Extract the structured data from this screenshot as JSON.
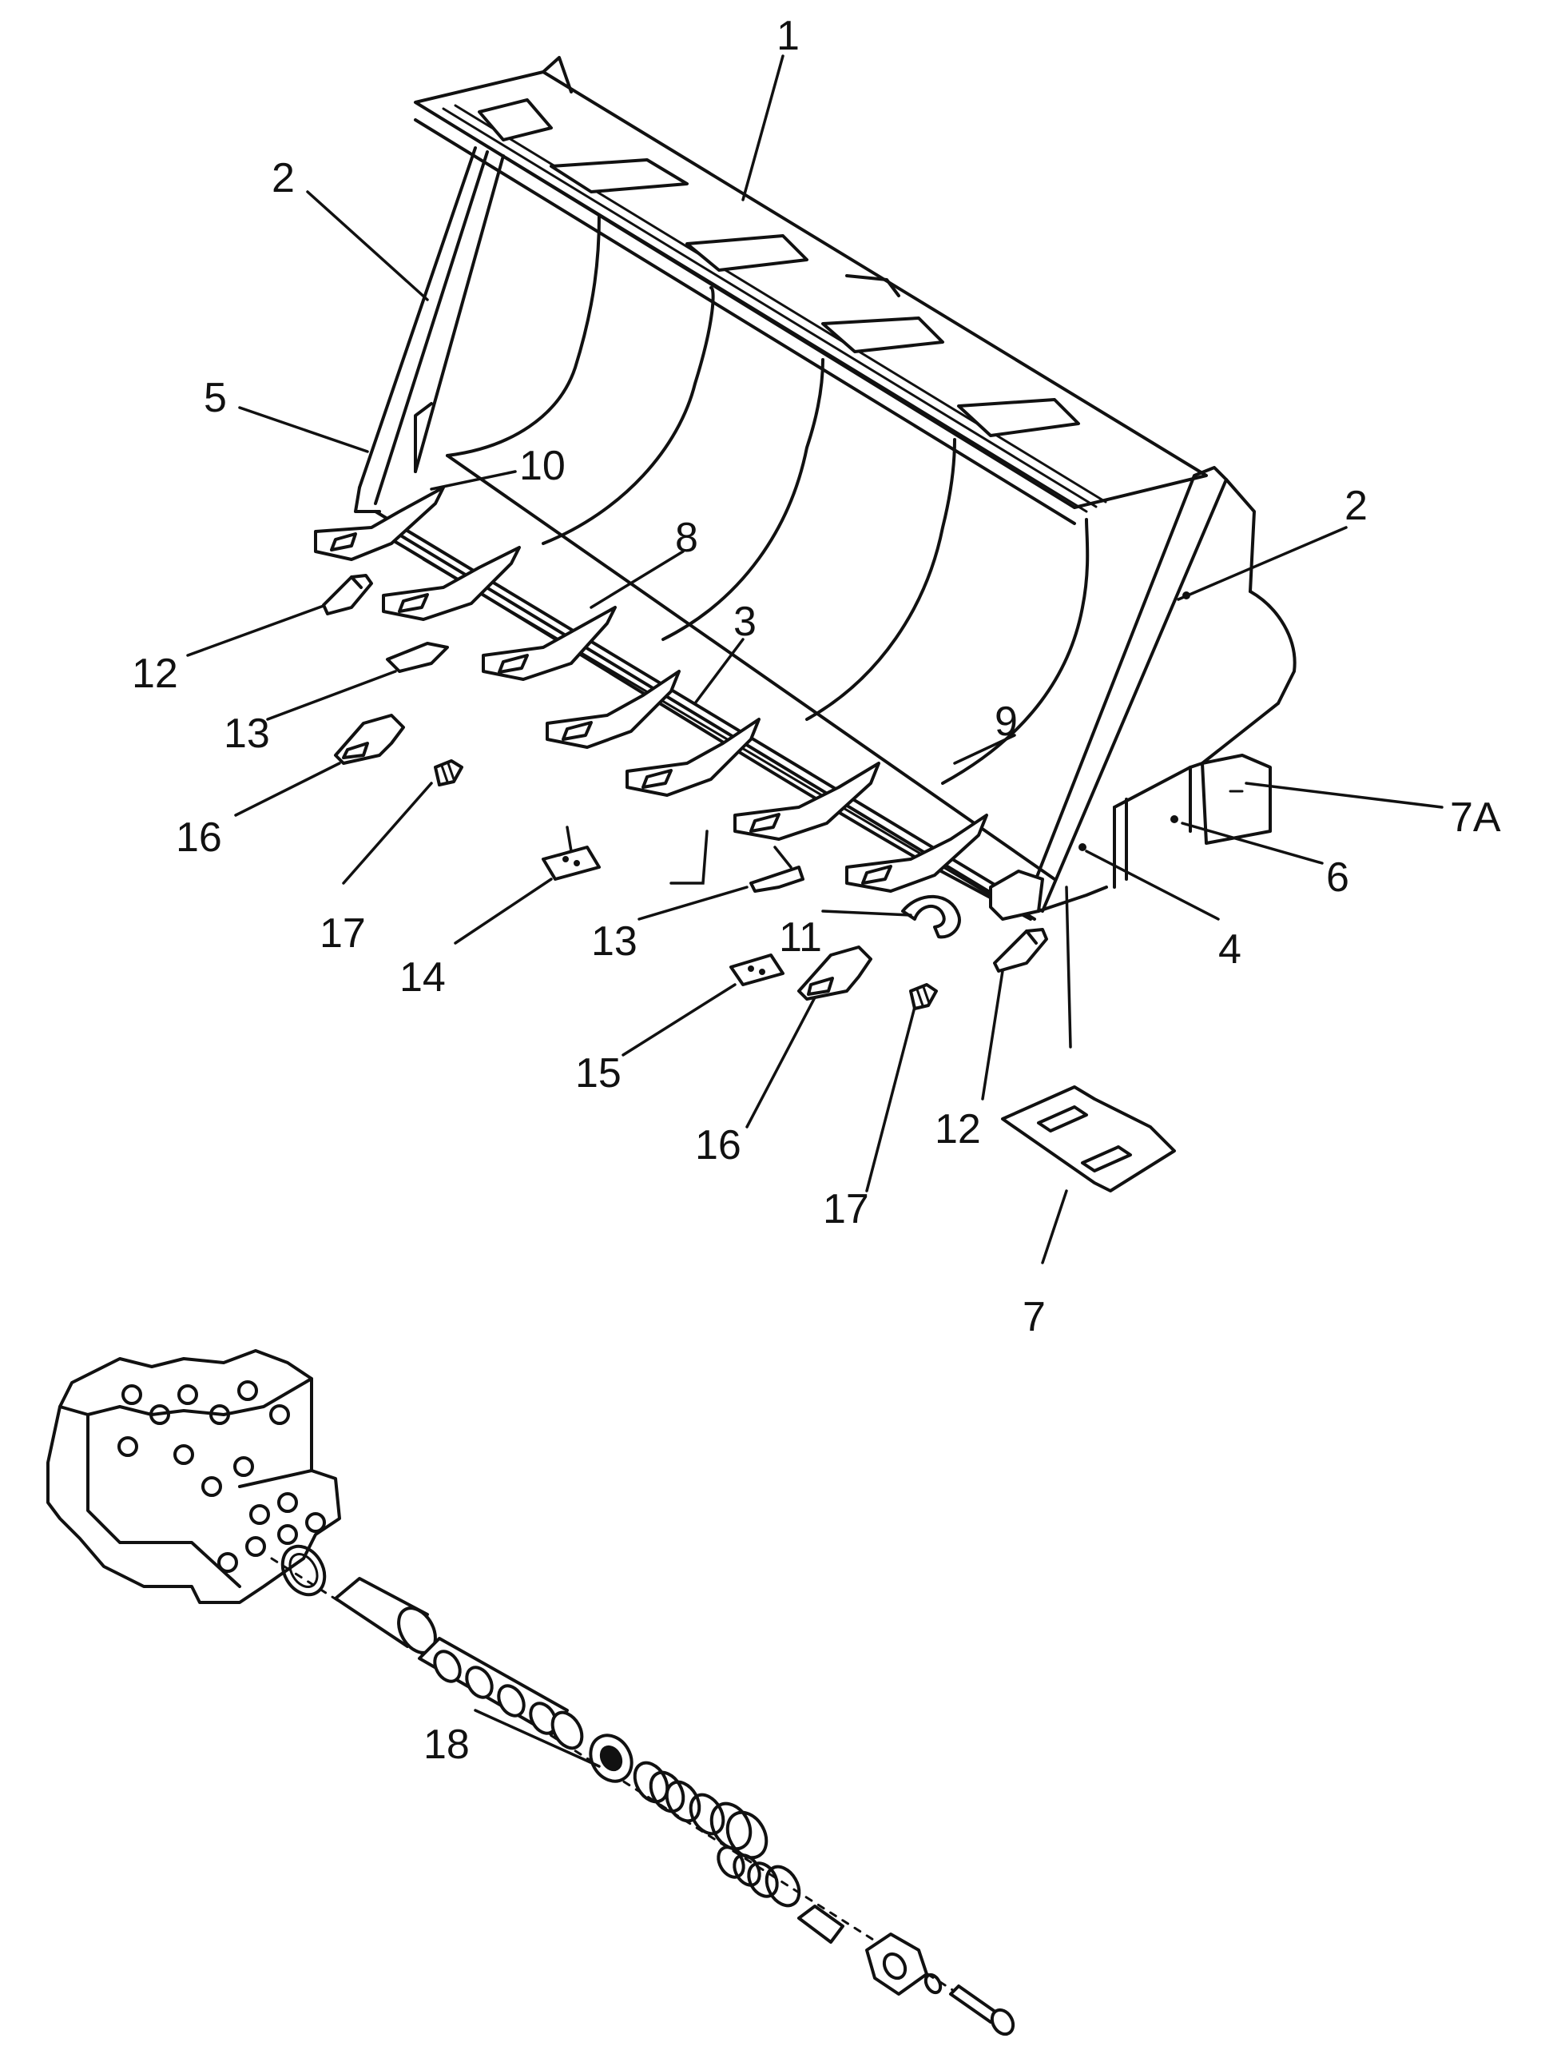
{
  "callouts": [
    {
      "id": "c1",
      "text": "1"
    },
    {
      "id": "c2a",
      "text": "2"
    },
    {
      "id": "c2b",
      "text": "2"
    },
    {
      "id": "c3",
      "text": "3"
    },
    {
      "id": "c4",
      "text": "4"
    },
    {
      "id": "c5",
      "text": "5"
    },
    {
      "id": "c6",
      "text": "6"
    },
    {
      "id": "c7",
      "text": "7"
    },
    {
      "id": "c7a",
      "text": "7A"
    },
    {
      "id": "c8",
      "text": "8"
    },
    {
      "id": "c9",
      "text": "9"
    },
    {
      "id": "c10",
      "text": "10"
    },
    {
      "id": "c11",
      "text": "11"
    },
    {
      "id": "c12a",
      "text": "12"
    },
    {
      "id": "c12b",
      "text": "12"
    },
    {
      "id": "c13a",
      "text": "13"
    },
    {
      "id": "c13b",
      "text": "13"
    },
    {
      "id": "c14",
      "text": "14"
    },
    {
      "id": "c15",
      "text": "15"
    },
    {
      "id": "c16a",
      "text": "16"
    },
    {
      "id": "c16b",
      "text": "16"
    },
    {
      "id": "c17a",
      "text": "17"
    },
    {
      "id": "c17b",
      "text": "17"
    },
    {
      "id": "c18",
      "text": "18"
    }
  ]
}
